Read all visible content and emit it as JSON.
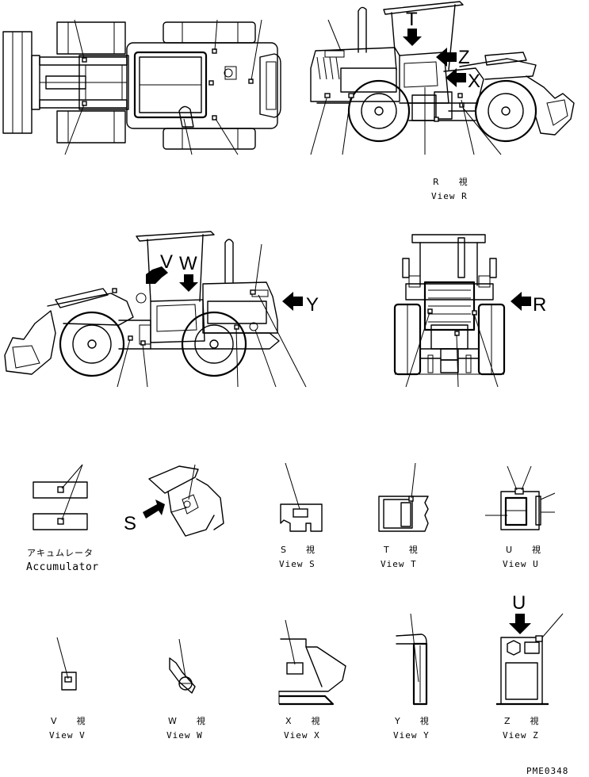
{
  "views": {
    "r": {
      "jp": "R　　視",
      "en": "View R"
    },
    "s": {
      "jp": "S　　視",
      "en": "View S"
    },
    "t": {
      "jp": "T　　視",
      "en": "View T"
    },
    "u": {
      "jp": "U　　視",
      "en": "View U"
    },
    "v": {
      "jp": "V　　視",
      "en": "View V"
    },
    "w": {
      "jp": "W　　視",
      "en": "View W"
    },
    "x": {
      "jp": "X　　視",
      "en": "View X"
    },
    "y": {
      "jp": "Y　　視",
      "en": "View Y"
    },
    "z": {
      "jp": "Z　　視",
      "en": "View Z"
    }
  },
  "accumulator": {
    "jp": "アキュムレータ",
    "en": "Accumulator"
  },
  "arrows": {
    "t": "T",
    "z": "Z",
    "x": "X",
    "v": "V",
    "w": "W",
    "y": "Y",
    "r": "R",
    "s": "S",
    "u": "U"
  },
  "drawing_code": "PME0348"
}
